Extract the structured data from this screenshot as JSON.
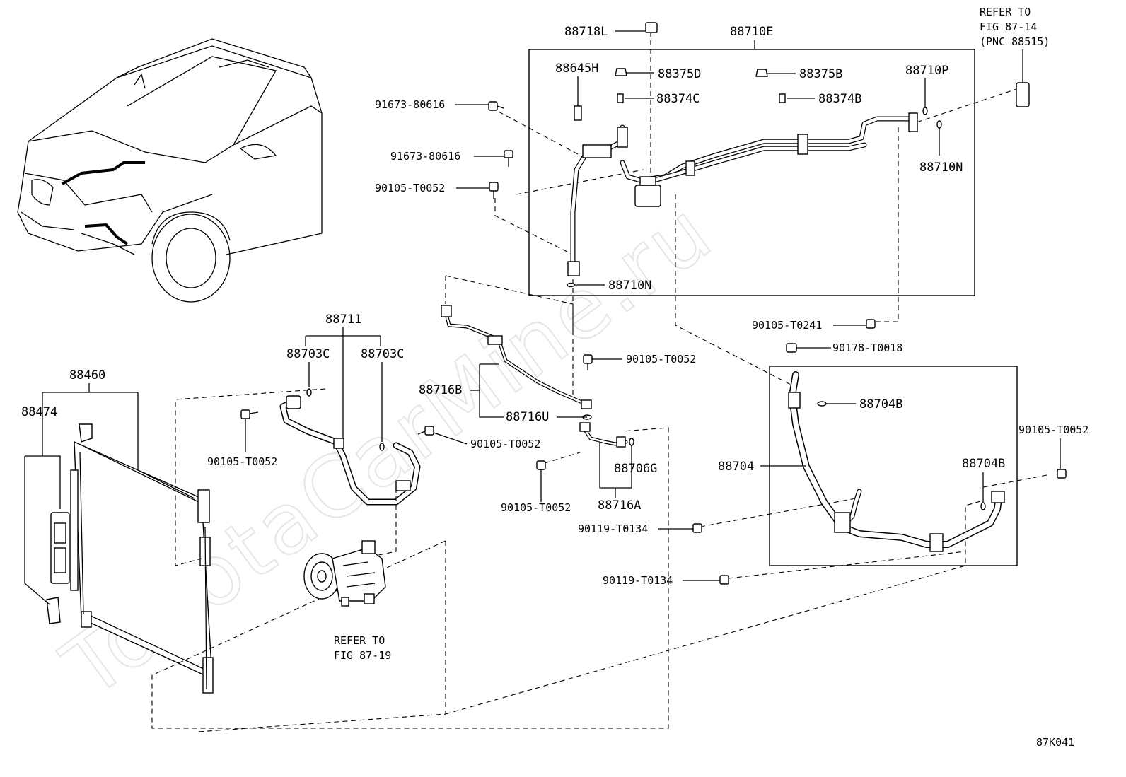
{
  "figure_code": "87K041",
  "watermark": "ToyotaCarMine.ru",
  "references": {
    "fig_87_14": [
      "REFER TO",
      "FIG 87-14",
      "(PNC 88515)"
    ],
    "fig_87_19": [
      "REFER TO",
      "FIG 87-19"
    ]
  },
  "labels": {
    "p88718L": "88718L",
    "p88710E": "88710E",
    "p88645H": "88645H",
    "p88375D": "88375D",
    "p88375B": "88375B",
    "p88374C": "88374C",
    "p88374B": "88374B",
    "p88710P": "88710P",
    "p88710N_right": "88710N",
    "p88710N_bottom": "88710N",
    "p91673_a": "91673-80616",
    "p91673_b": "91673-80616",
    "p90105_T0052_a": "90105-T0052",
    "p90105_T0241": "90105-T0241",
    "p90178_T0018": "90178-T0018",
    "p90105_T0052_b": "90105-T0052",
    "p88711": "88711",
    "p88703C_a": "88703C",
    "p88703C_b": "88703C",
    "p88460": "88460",
    "p88474": "88474",
    "p88716B": "88716B",
    "p88716U": "88716U",
    "p88704B_a": "88704B",
    "p88704": "88704",
    "p88704B_b": "88704B",
    "p90105_T0052_c": "90105-T0052",
    "p90105_T0052_d": "90105-T0052",
    "p90105_T0052_e": "90105-T0052",
    "p90105_T0052_f": "90105-T0052",
    "p88706G": "88706G",
    "p88716A": "88716A",
    "p90119_a": "90119-T0134",
    "p90119_b": "90119-T0134"
  }
}
